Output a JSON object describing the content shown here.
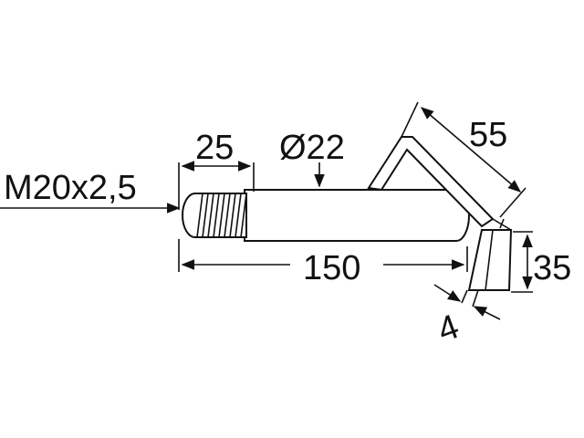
{
  "labels": {
    "thread": "M20x2,5",
    "thread_length": "25",
    "diameter": "Ø22",
    "total_length": "150",
    "tip_length": "55",
    "blade_height": "35",
    "blade_thickness": "4"
  },
  "colors": {
    "ink": "#111111",
    "background": "#ffffff"
  }
}
